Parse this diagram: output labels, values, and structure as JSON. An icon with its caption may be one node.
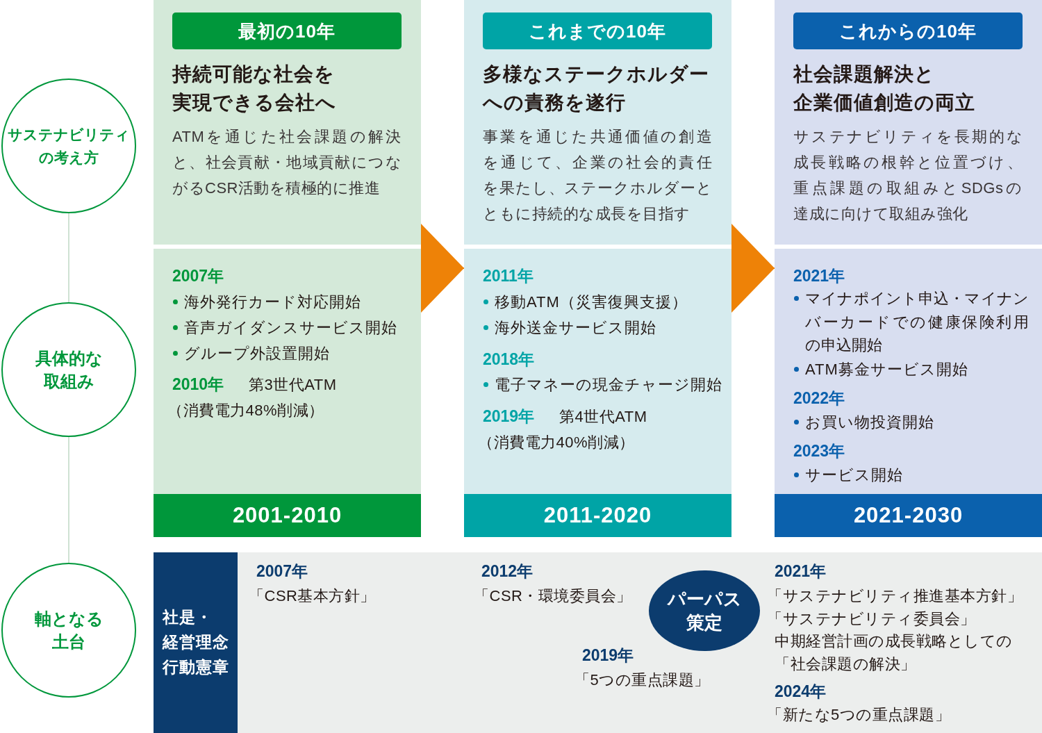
{
  "diagram": {
    "nodes": [
      {
        "text": [
          "サステナビリティの考え方"
        ]
      },
      {
        "text": [
          "具体的な取組み"
        ]
      },
      {
        "text": [
          "軸となる土台"
        ]
      },
      {
        "text": [
          "持続可能な社会を実現できる会社へ",
          "ATMを通じた社会課題の解決と、社会貢献・地域貢献につながるCSR活動を積極的に推進"
        ]
      },
      {
        "text": [
          "最初の10年"
        ],
        "in": 3
      },
      {
        "text": [
          "2007年",
          "海外発行カード対応開始",
          "音声ガイダンスサービス開始",
          "グループ外設置開始",
          "2010年",
          "第3世代ATM",
          "（消費電力48%削減）"
        ]
      },
      {
        "text": [
          "2001-2010"
        ]
      },
      {
        "text": [
          "多様なステークホルダーへの責務を遂行",
          "事業を通じた共通価値の創造を通じて、企業の社会的責任を果たし、ステークホルダーとともに持続的な成長を目指す"
        ]
      },
      {
        "text": [
          "これまでの10年"
        ],
        "in": 7
      },
      {
        "text": [
          "2011年",
          "移動ATM（災害復興支援）",
          "海外送金サービス開始",
          "2018年",
          "電子マネーの現金チャージ開始",
          "2019年",
          "第4世代ATM",
          "（消費電力40%削減）"
        ]
      },
      {
        "text": [
          "2011-2020"
        ]
      },
      {
        "text": [
          "社会課題解決と企業価値創造の両立",
          "サステナビリティを長期的な成長戦略の根幹と位置づけ、重点課題の取組みとSDGsの達成に向けて取組み強化"
        ]
      },
      {
        "text": [
          "これからの10年"
        ],
        "in": 11
      },
      {
        "text": [
          "2021年",
          "マイナポイント申込・マイナンバーカードでの健康保険利用の申込開始",
          "ATM募金サービス開始",
          "2022年",
          "お買い物投資開始",
          "2023年",
          "サービス開始"
        ]
      },
      {
        "text": [
          "2021-2030"
        ]
      },
      {
        "text": [
          "社是・経営理念",
          "行動憲章"
        ]
      },
      {
        "text": [
          "2007年",
          "「CSR基本方針」",
          "2012年",
          "「CSR・環境委員会」",
          "2019年",
          "「5つの重点課題」",
          "2021年",
          "「サステナビリティ推進基本方針」",
          "「サステナビリティ委員会」",
          "中期経営計画の成長戦略としての「社会課題の解決」",
          "2024年",
          "「新たな5つの重点課題」"
        ]
      },
      {
        "text": [
          "パーパス策定"
        ],
        "in": 16
      }
    ],
    "edges": [
      {
        "from": 0,
        "to": 1,
        "arrow": "none"
      },
      {
        "from": 1,
        "to": 2,
        "arrow": "none"
      },
      {
        "from": 5,
        "to": 9,
        "arrow": "to",
        "color": "#ee8207"
      },
      {
        "from": 9,
        "to": 13,
        "arrow": "to",
        "color": "#ee8207"
      }
    ]
  }
}
